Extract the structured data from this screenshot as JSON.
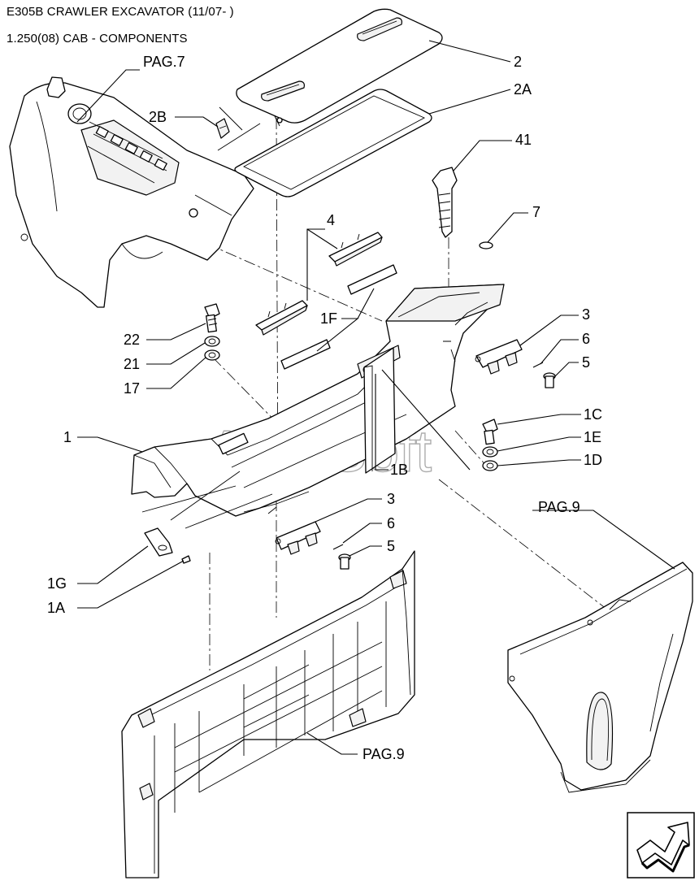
{
  "header": {
    "title": "E305B CRAWLER EXCAVATOR (11/07- )",
    "subtitle": "1.250(08) CAB - COMPONENTS"
  },
  "watermark": "AutoSoft",
  "callouts": {
    "pag7": "PAG.7",
    "c2": "2",
    "c2a": "2A",
    "c2b": "2B",
    "c41": "41",
    "c4": "4",
    "c7": "7",
    "c1f": "1F",
    "c3_top": "3",
    "c6_top": "6",
    "c5_top": "5",
    "c22": "22",
    "c21": "21",
    "c17": "17",
    "c1c": "1C",
    "c1e": "1E",
    "c1d": "1D",
    "c1": "1",
    "c1b": "1B",
    "c3_bottom": "3",
    "c6_bottom": "6",
    "c5_bottom": "5",
    "pag9_right": "PAG.9",
    "c1g": "1G",
    "c1a": "1A",
    "pag9_bottom": "PAG.9"
  },
  "icons": {
    "next_page": "arrow-next-icon"
  }
}
